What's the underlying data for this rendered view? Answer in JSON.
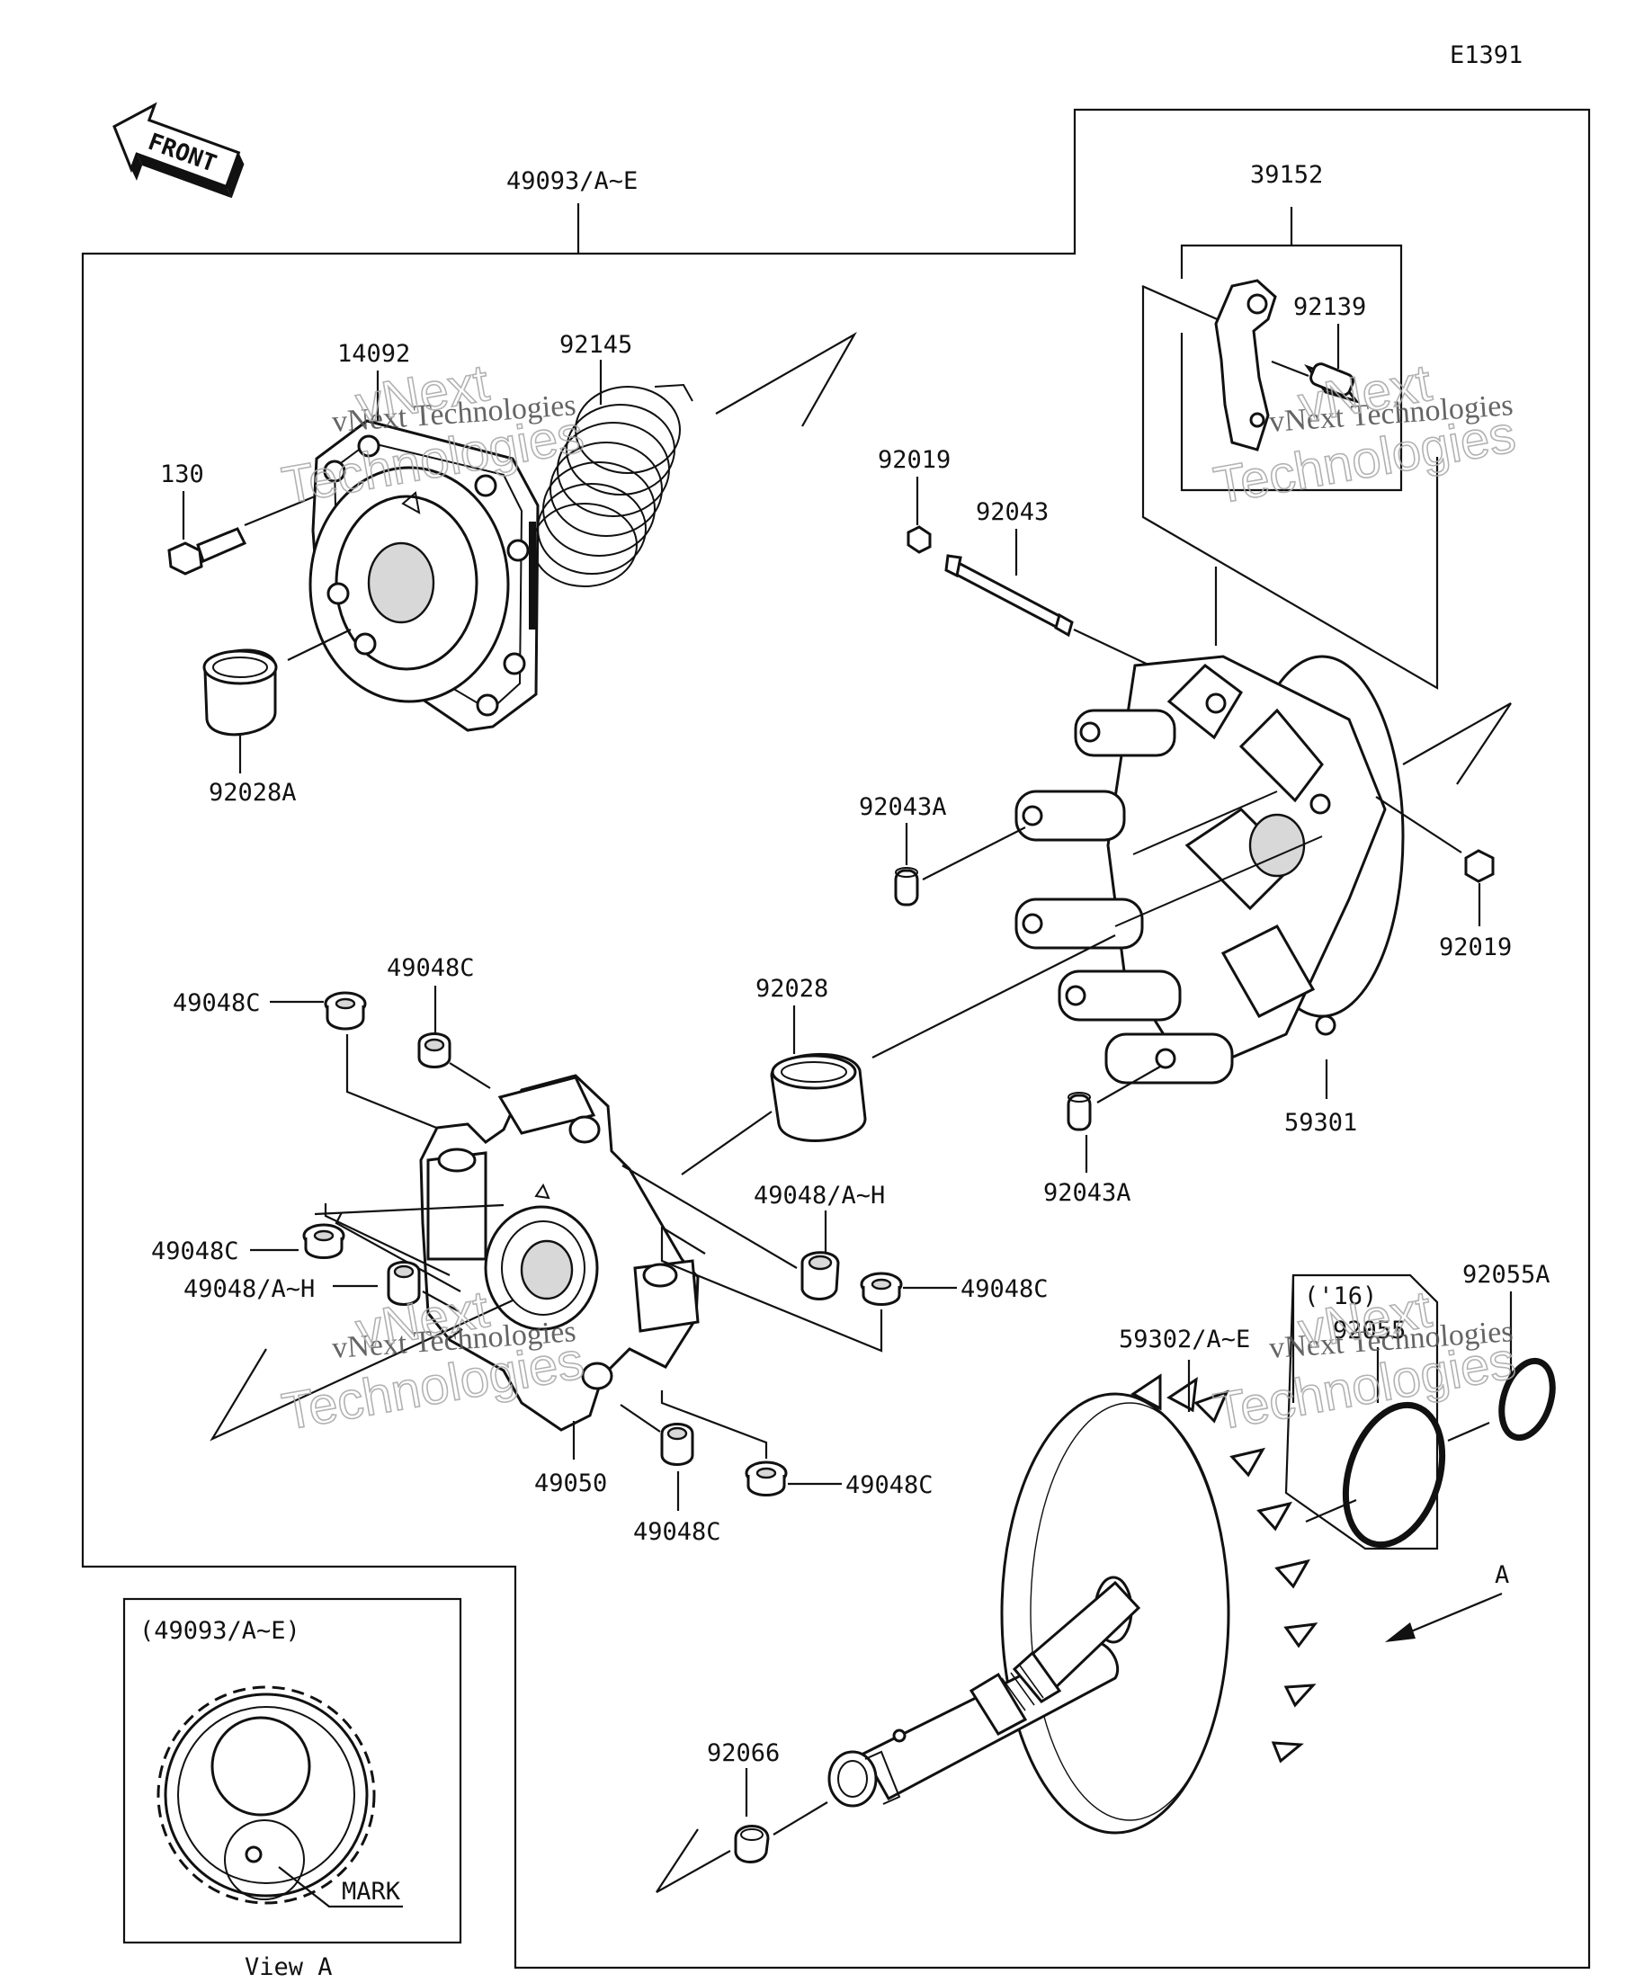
{
  "diagram_code": "E1391",
  "front_label": "FRONT",
  "watermark": {
    "line1": "vNext Technologies",
    "big_a": "vNext",
    "big_b": "Technologies"
  },
  "labels": {
    "assembly_49093": "49093/A~E",
    "p39152": "39152",
    "p92139": "92139",
    "p14092": "14092",
    "p92145": "92145",
    "p130": "130",
    "p92019_top": "92019",
    "p92043": "92043",
    "p92028A": "92028A",
    "p92043A_top": "92043A",
    "p92019_right": "92019",
    "p49048C_a": "49048C",
    "p49048C_b": "49048C",
    "p92028": "92028",
    "p59301": "59301",
    "p92043A_bottom": "92043A",
    "p49048AH_a": "49048/A~H",
    "p49048C_c": "49048C",
    "p49048AH_b": "49048/A~H",
    "p49048C_d": "49048C",
    "p49050": "49050",
    "p49048C_e": "49048C",
    "p49048C_f": "49048C",
    "year16": "('16)",
    "p92055": "92055",
    "p92055A": "92055A",
    "p59302": "59302/A~E",
    "viewA_arrow": "A",
    "p92066": "92066"
  },
  "inset": {
    "title": "(49093/A~E)",
    "mark": "MARK",
    "view_caption": "View A"
  }
}
